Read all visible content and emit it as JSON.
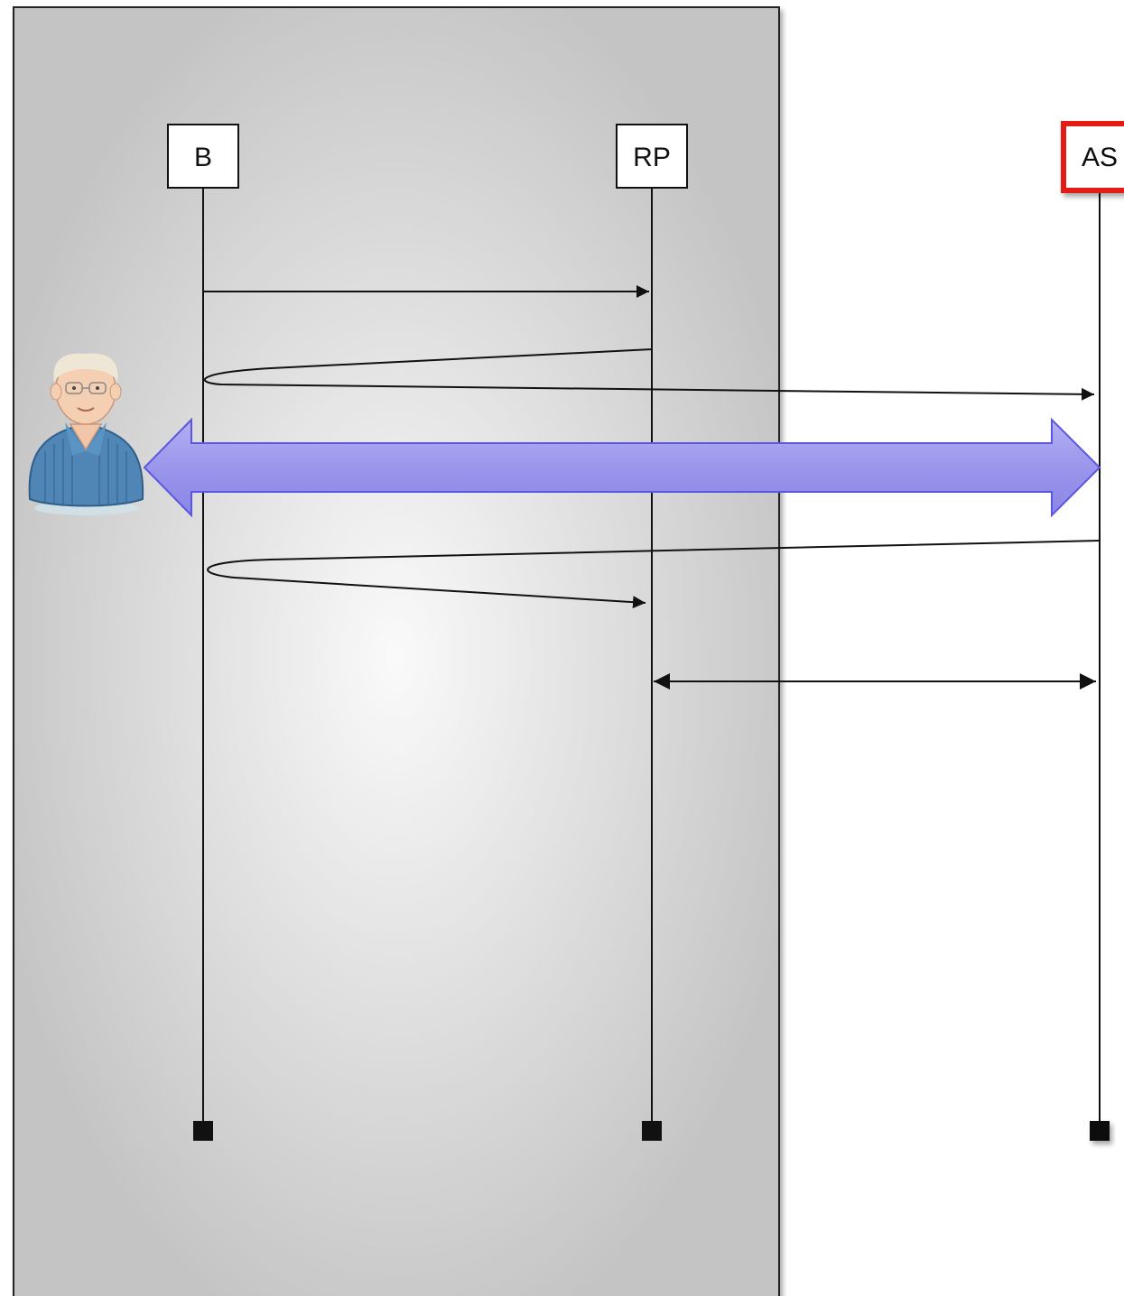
{
  "participants": [
    {
      "id": "b",
      "label": "B",
      "highlighted": false
    },
    {
      "id": "rp",
      "label": "RP",
      "highlighted": false
    },
    {
      "id": "as",
      "label": "AS",
      "highlighted": true
    }
  ],
  "user_icon": "user-avatar-icon",
  "colors": {
    "panel_center": "#fafafa",
    "panel_edge": "#c4c4c4",
    "line": "#111111",
    "highlight_border": "#e41b17",
    "interaction_fill": "#9a96ec",
    "interaction_stroke": "#5b57e0"
  }
}
